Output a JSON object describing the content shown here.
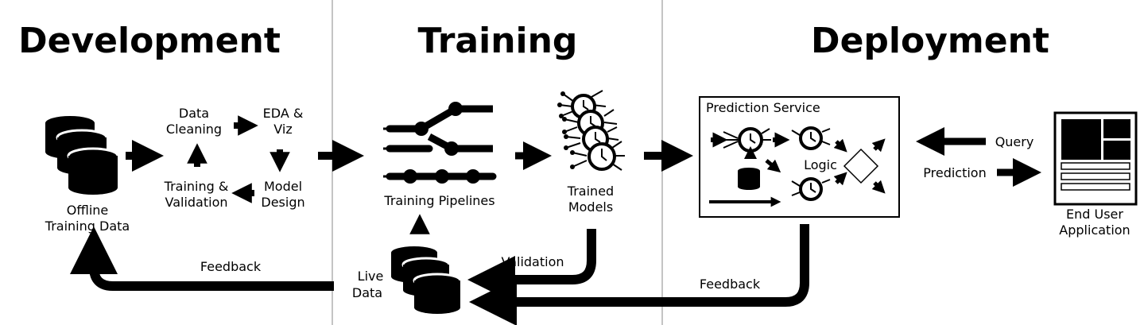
{
  "sections": {
    "development": "Development",
    "training": "Training",
    "deployment": "Deployment"
  },
  "development": {
    "offline_line1": "Offline",
    "offline_line2": "Training Data",
    "data_cleaning_line1": "Data",
    "data_cleaning_line2": "Cleaning",
    "eda_line1": "EDA &",
    "eda_line2": "Viz",
    "model_design_line1": "Model",
    "model_design_line2": "Design",
    "training_validation_line1": "Training &",
    "training_validation_line2": "Validation"
  },
  "training": {
    "pipelines": "Training Pipelines",
    "trained_line1": "Trained",
    "trained_line2": "Models",
    "live_line1": "Live",
    "live_line2": "Data",
    "validation": "Validation"
  },
  "deployment": {
    "prediction_service": "Prediction Service",
    "logic": "Logic",
    "query": "Query",
    "prediction": "Prediction",
    "end_user_line1": "End User",
    "end_user_line2": "Application"
  },
  "feedback_left": "Feedback",
  "feedback_right": "Feedback",
  "colors": {
    "ink": "#000000",
    "background": "#ffffff",
    "divider": "#888888"
  }
}
